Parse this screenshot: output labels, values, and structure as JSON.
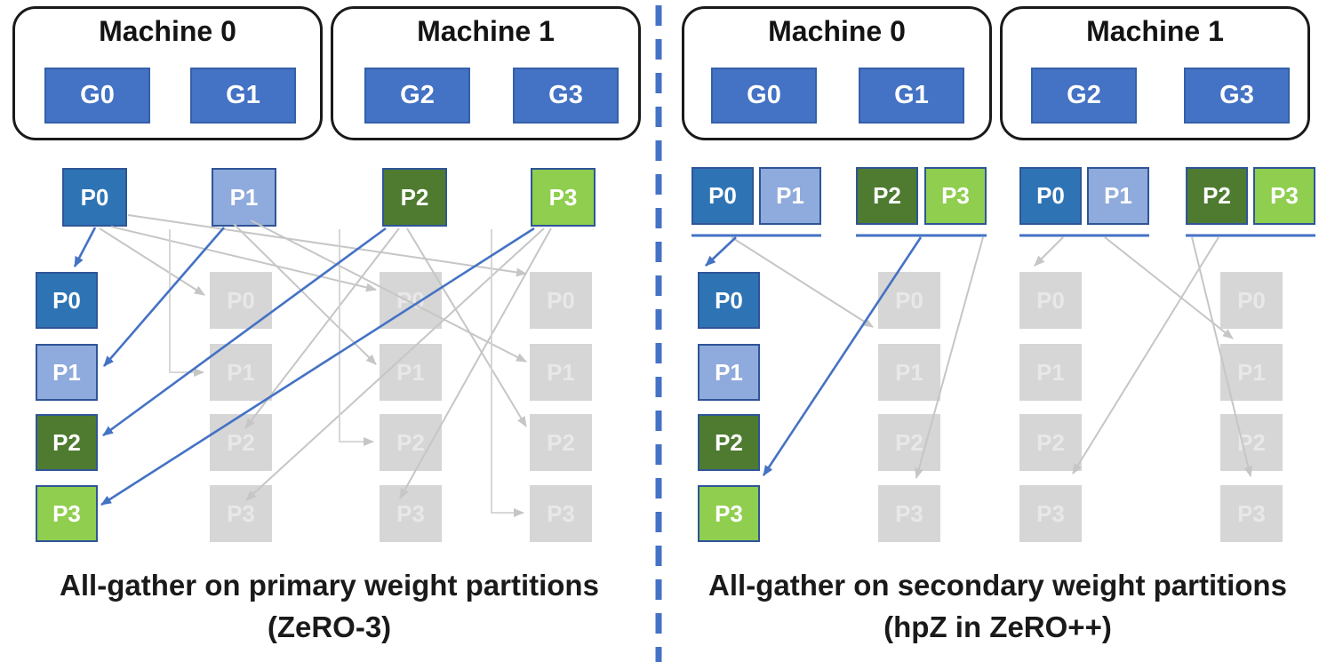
{
  "figure": {
    "colors": {
      "partition_fills": {
        "P0": "#2E74B5",
        "P1": "#8FAADC",
        "P2": "#4E7B30",
        "P3": "#8FCE4E"
      },
      "partition_text": "#ffffff",
      "square_border": "#2F5597",
      "gpu_fill": "#4472C4",
      "gpu_border": "#3560A8",
      "faded_fill": "#D6D6D6",
      "faded_text": "#E8E8E8",
      "machine_border": "#1a1a1a",
      "blue_arrow": "#4472C4",
      "grey_arrow": "#C6C6C6",
      "elbow_arrow": "#D3D3D3",
      "divider": "#4472C4",
      "underline": "#4472C4",
      "caption_color": "#1a1a1a"
    },
    "panels": [
      {
        "caption_line1": "All-gather on primary weight partitions",
        "caption_line2": "(ZeRO-3)",
        "machines": [
          {
            "label": "Machine 0",
            "gpus": [
              "G0",
              "G1"
            ]
          },
          {
            "label": "Machine 1",
            "gpus": [
              "G2",
              "G3"
            ]
          }
        ],
        "top_partitions": [
          "P0",
          "P1",
          "P2",
          "P3"
        ],
        "gathered_columns": [
          {
            "highlighted": true,
            "cells": [
              "P0",
              "P1",
              "P2",
              "P3"
            ]
          },
          {
            "highlighted": false,
            "cells": [
              "P0",
              "P1",
              "P2",
              "P3"
            ]
          },
          {
            "highlighted": false,
            "cells": [
              "P0",
              "P1",
              "P2",
              "P3"
            ]
          },
          {
            "highlighted": false,
            "cells": [
              "P0",
              "P1",
              "P2",
              "P3"
            ]
          }
        ]
      },
      {
        "caption_line1": "All-gather on secondary weight partitions",
        "caption_line2": "(hpZ in ZeRO++)",
        "machines": [
          {
            "label": "Machine 0",
            "gpus": [
              "G0",
              "G1"
            ]
          },
          {
            "label": "Machine 1",
            "gpus": [
              "G2",
              "G3"
            ]
          }
        ],
        "top_partition_pairs": [
          [
            "P0",
            "P1"
          ],
          [
            "P2",
            "P3"
          ],
          [
            "P0",
            "P1"
          ],
          [
            "P2",
            "P3"
          ]
        ],
        "gathered_columns": [
          {
            "highlighted": true,
            "cells": [
              "P0",
              "P1",
              "P2",
              "P3"
            ]
          },
          {
            "highlighted": false,
            "cells": [
              "P0",
              "P1",
              "P2",
              "P3"
            ]
          },
          {
            "highlighted": false,
            "cells": [
              "P0",
              "P1",
              "P2",
              "P3"
            ]
          },
          {
            "highlighted": false,
            "cells": [
              "P0",
              "P1",
              "P2",
              "P3"
            ]
          }
        ]
      }
    ]
  }
}
